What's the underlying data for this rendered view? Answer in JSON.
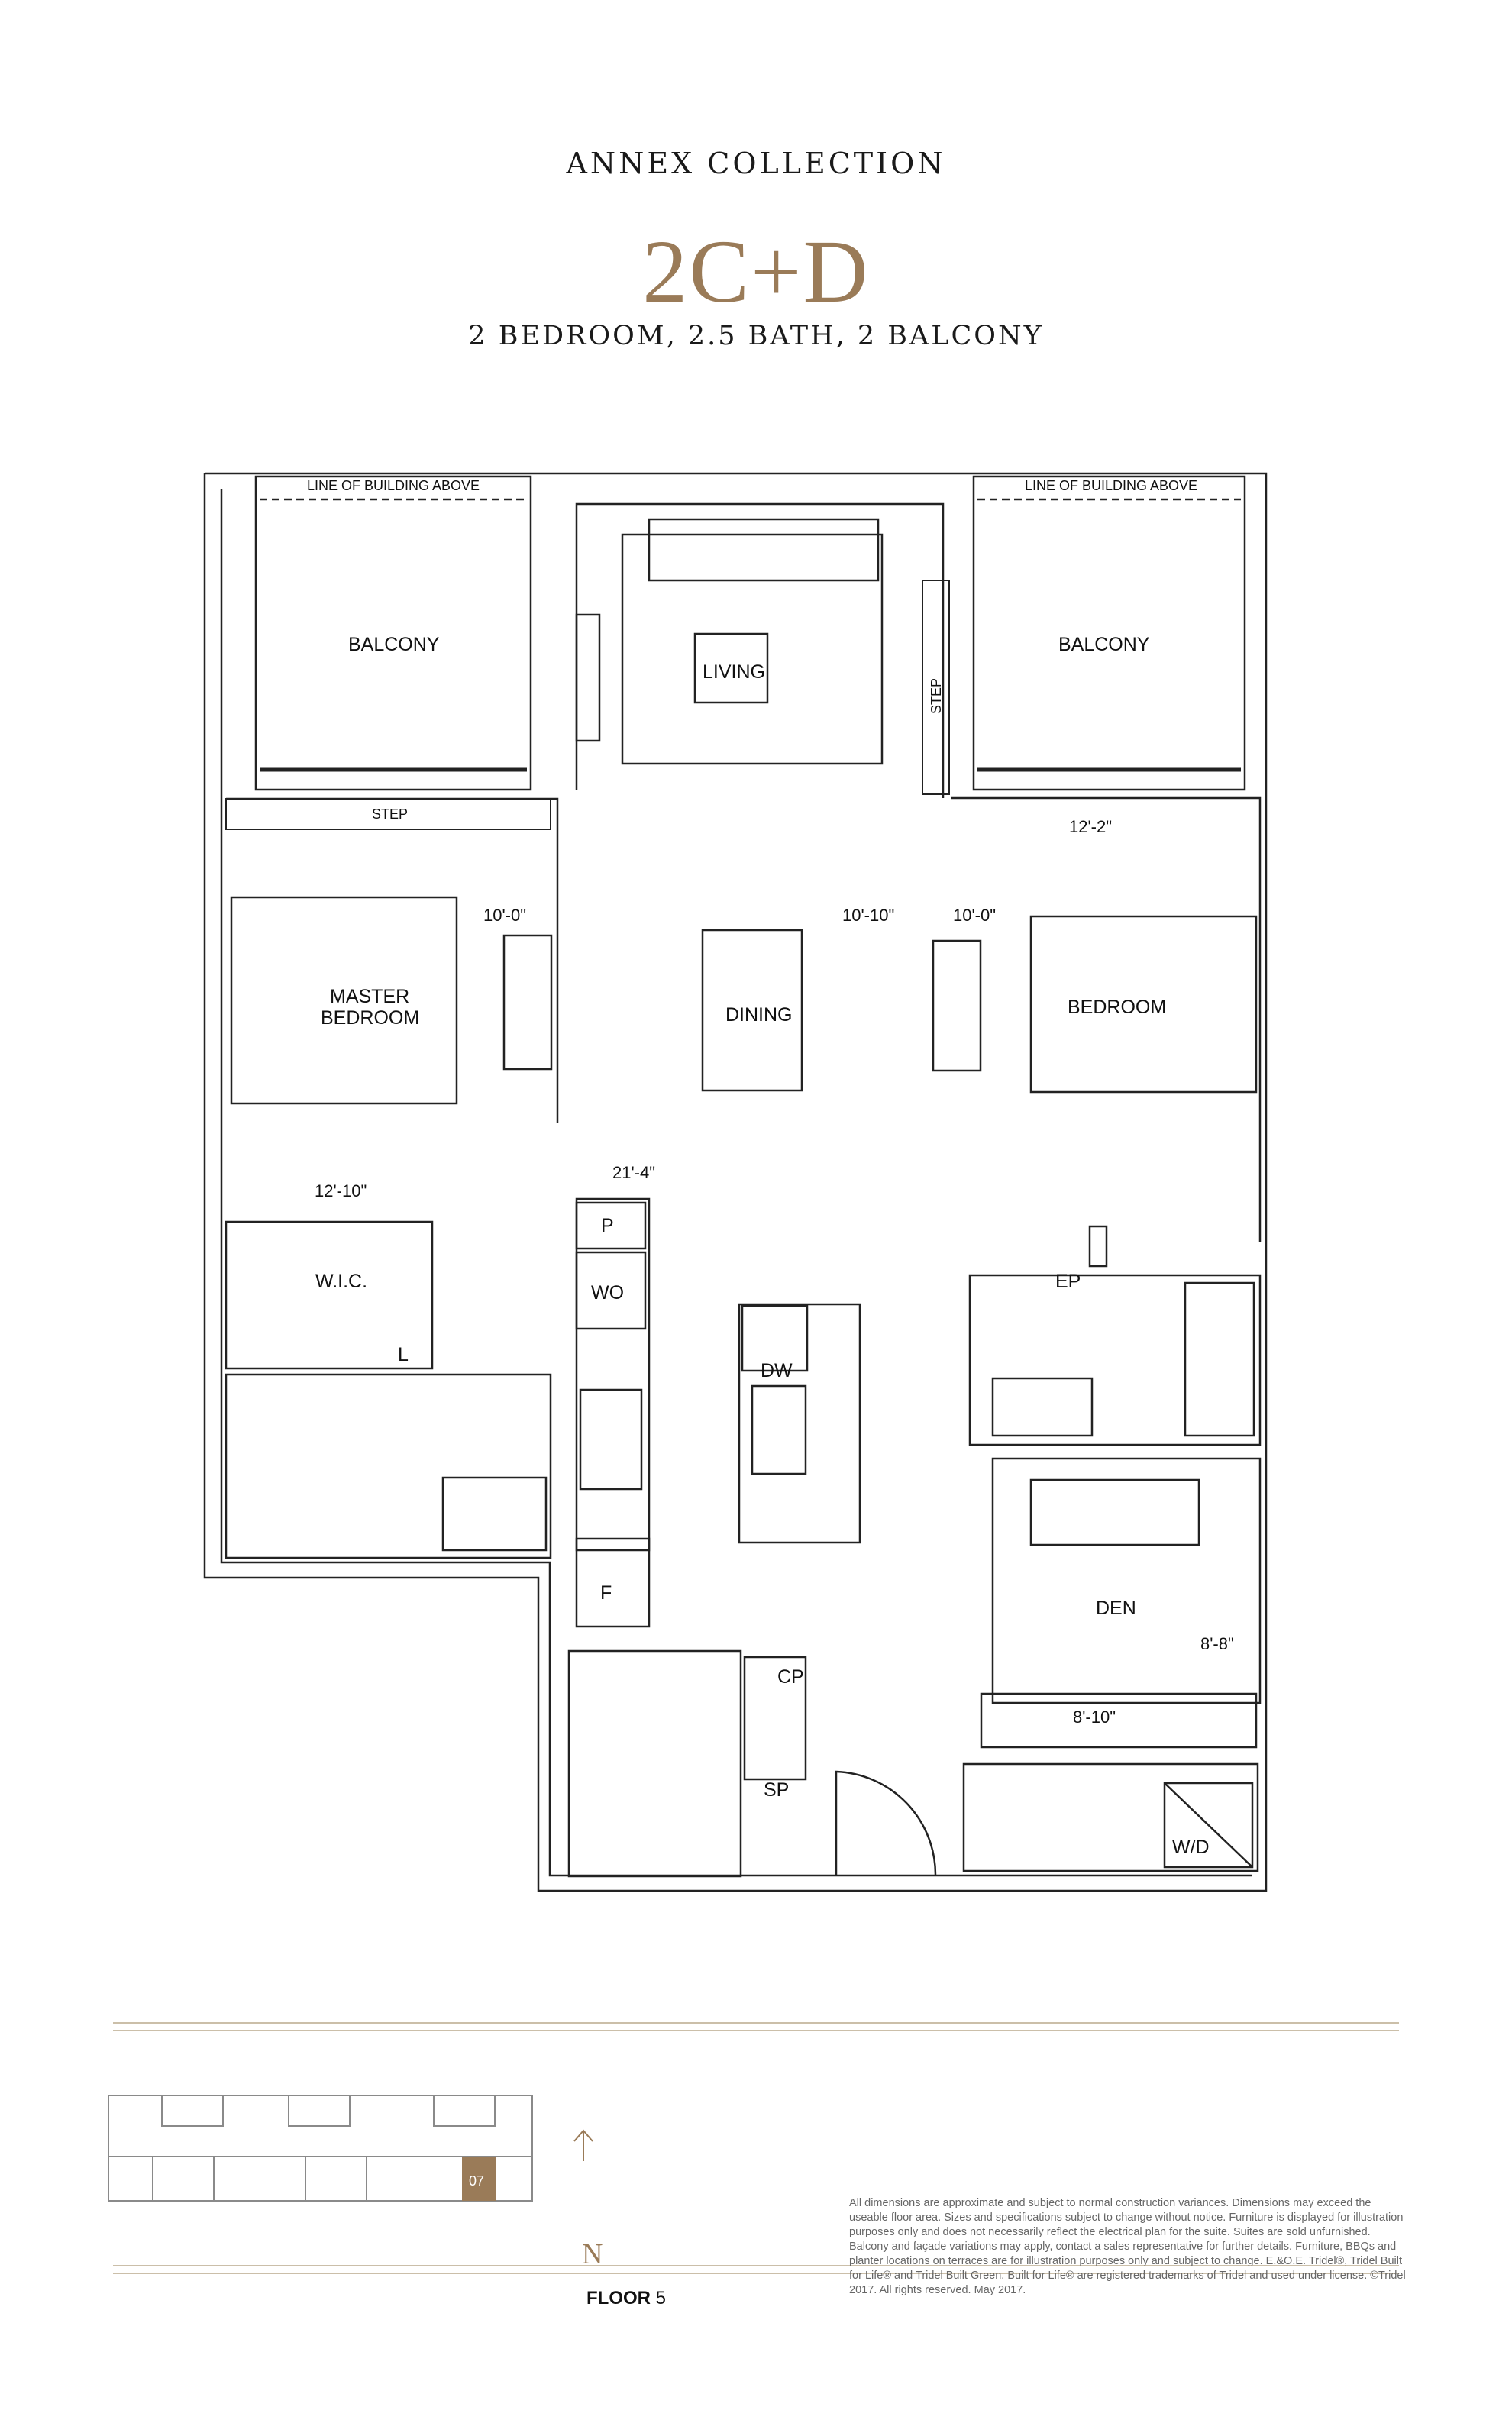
{
  "header": {
    "collection": "ANNEX COLLECTION",
    "suite": "2C+D",
    "subtitle": "2 BEDROOM, 2.5 BATH, 2 BALCONY"
  },
  "rooms": {
    "balcony_left": "BALCONY",
    "balcony_right": "BALCONY",
    "living": "LIVING",
    "dining": "DINING",
    "master_bedroom_line1": "MASTER",
    "master_bedroom_line2": "BEDROOM",
    "bedroom": "BEDROOM",
    "wic": "W.I.C.",
    "den": "DEN",
    "wd": "W/D"
  },
  "annotations": {
    "line_left": "LINE OF BUILDING ABOVE",
    "line_right": "LINE OF BUILDING ABOVE",
    "step_left": "STEP",
    "step_right": "STEP",
    "p": "P",
    "wo": "WO",
    "dw": "DW",
    "f": "F",
    "l": "L",
    "ep": "EP",
    "cp": "CP",
    "sp": "SP"
  },
  "dimensions": {
    "d1": "10'-0\"",
    "d2": "10'-10\"",
    "d3": "10'-0\"",
    "d4": "12'-2\"",
    "d5": "21'-4\"",
    "d6": "12'-10\"",
    "d7": "8'-8\"",
    "d8": "8'-10\""
  },
  "keyplan": {
    "unit": "07",
    "highlight_color": "#9a7b58"
  },
  "footer": {
    "north": "N",
    "floor_label": "FLOOR",
    "floor_number": "5",
    "disclaimer": "All dimensions are approximate and subject to normal construction variances. Dimensions may exceed the useable floor area. Sizes and specifications subject to change without notice. Furniture is displayed for illustration purposes only and does not necessarily reflect the electrical plan for the suite. Suites are sold unfurnished. Balcony and façade variations may apply, contact a sales representative for further details. Furniture, BBQs and planter locations on terraces are for illustration purposes only and subject to change. E.&O.E. Tridel®, Tridel Built for Life® and Tridel Built Green. Built for Life® are registered trademarks of Tridel and used under license. ©Tridel 2017. All rights reserved. May 2017."
  },
  "colors": {
    "accent": "#9a7b58",
    "rule": "#cbbfa9"
  }
}
